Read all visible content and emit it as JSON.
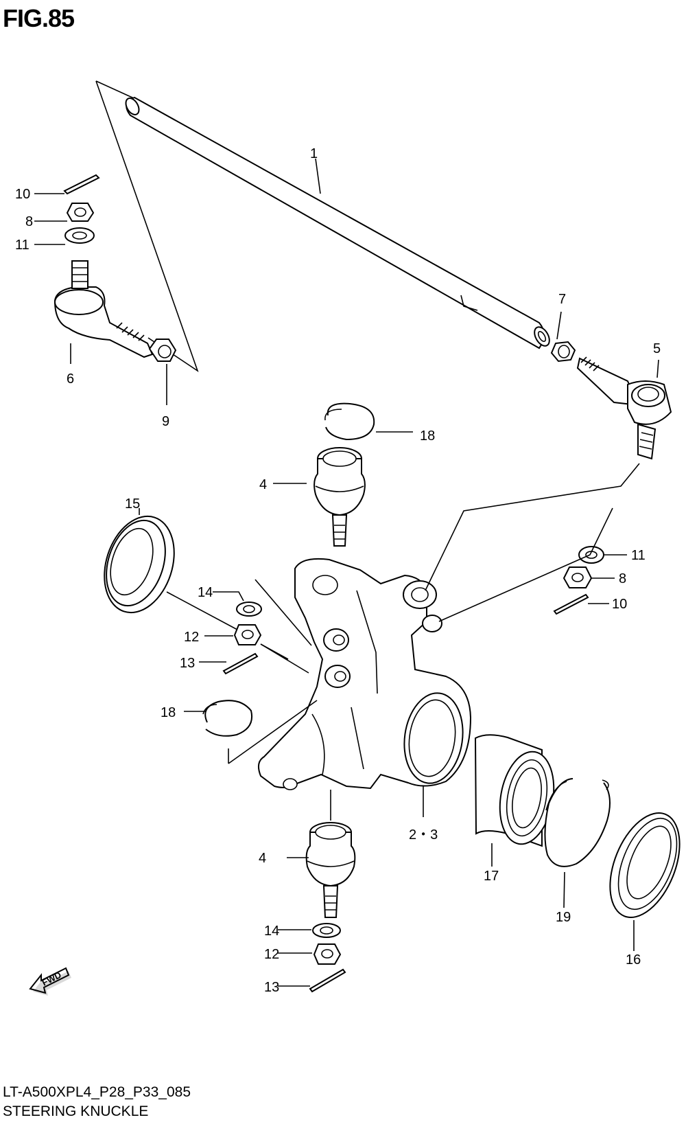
{
  "figure": {
    "title": "FIG.85",
    "model_code": "LT-A500XPL4_P28_P33_085",
    "section_name": "STEERING KNUCKLE",
    "fwd_label": "FWD"
  },
  "callouts": [
    {
      "id": "c1",
      "text": "1"
    },
    {
      "id": "c2",
      "text": "2・3"
    },
    {
      "id": "c4a",
      "text": "4"
    },
    {
      "id": "c4b",
      "text": "4"
    },
    {
      "id": "c5",
      "text": "5"
    },
    {
      "id": "c6",
      "text": "6"
    },
    {
      "id": "c7",
      "text": "7"
    },
    {
      "id": "c8a",
      "text": "8"
    },
    {
      "id": "c8b",
      "text": "8"
    },
    {
      "id": "c9",
      "text": "9"
    },
    {
      "id": "c10a",
      "text": "10"
    },
    {
      "id": "c10b",
      "text": "10"
    },
    {
      "id": "c11a",
      "text": "11"
    },
    {
      "id": "c11b",
      "text": "11"
    },
    {
      "id": "c12a",
      "text": "12"
    },
    {
      "id": "c12b",
      "text": "12"
    },
    {
      "id": "c13a",
      "text": "13"
    },
    {
      "id": "c13b",
      "text": "13"
    },
    {
      "id": "c14a",
      "text": "14"
    },
    {
      "id": "c14b",
      "text": "14"
    },
    {
      "id": "c15",
      "text": "15"
    },
    {
      "id": "c16",
      "text": "16"
    },
    {
      "id": "c17",
      "text": "17"
    },
    {
      "id": "c18a",
      "text": "18"
    },
    {
      "id": "c18b",
      "text": "18"
    },
    {
      "id": "c19",
      "text": "19"
    }
  ]
}
